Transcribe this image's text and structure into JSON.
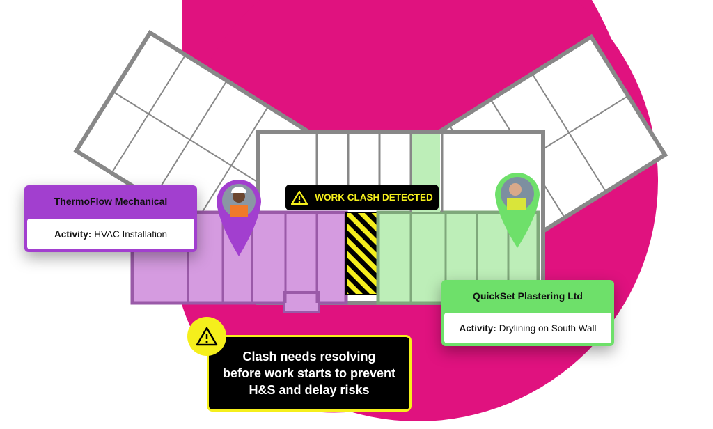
{
  "colors": {
    "magenta": "#e0127f",
    "purple": "#a23fcf",
    "purple_zone": "#d59be0",
    "green": "#6ee06a",
    "green_zone": "#bdeeb8",
    "yellow": "#f5ef1c"
  },
  "clash_badge": {
    "icon": "warning-triangle-icon",
    "label": "WORK CLASH DETECTED"
  },
  "contractor_a": {
    "name": "ThermoFlow Mechanical",
    "activity_label": "Activity:",
    "activity": "HVAC Installation",
    "pin_icon": "map-pin-worker-avatar"
  },
  "contractor_b": {
    "name": "QuickSet Plastering Ltd",
    "activity_label": "Activity:",
    "activity": "Drylining on South Wall",
    "pin_icon": "map-pin-worker-avatar"
  },
  "warning": {
    "icon": "warning-triangle-icon",
    "lines": [
      "Clash needs resolving",
      "before work starts to prevent",
      "H&S and delay risks"
    ]
  }
}
